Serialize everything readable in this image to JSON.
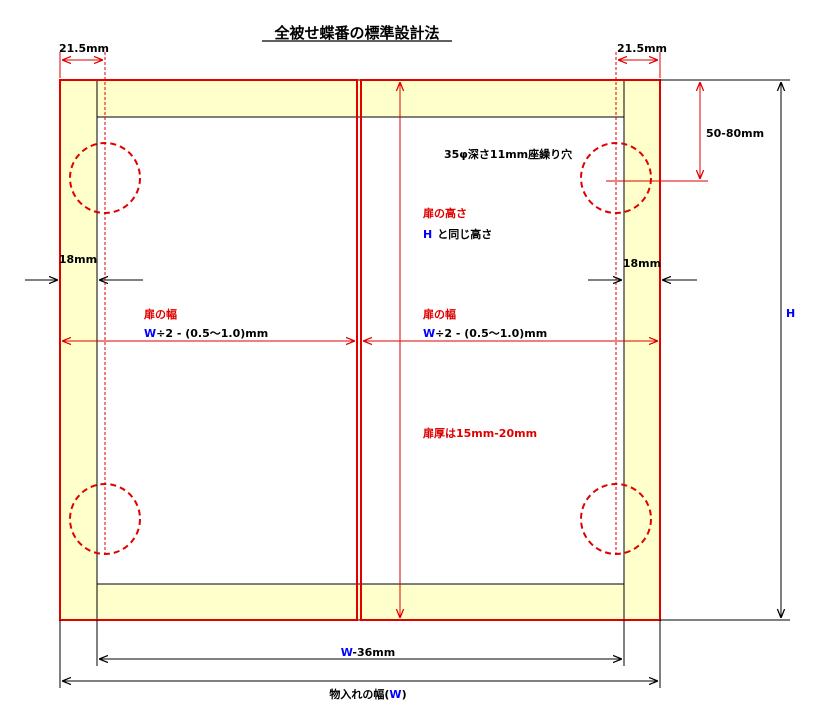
{
  "title": "全被せ蝶番の標準設計法",
  "labels": {
    "left_offset": "21.5mm",
    "right_offset": "21.5mm",
    "top_range": "50-80mm",
    "cup_hole": "35φ深さ11mm座繰り穴",
    "door_height_title": "扉の高さ",
    "door_height_h": "H",
    "door_height_rest": "と同じ高さ",
    "left_panel": "18mm",
    "right_panel": "18mm",
    "height": "H",
    "left_door_width_title": "扉の幅",
    "left_door_width_w": "W",
    "left_door_width_rest": "÷2 - (0.5～1.0)mm",
    "right_door_width_title": "扉の幅",
    "right_door_width_w": "W",
    "right_door_width_rest": "÷2 - (0.5～1.0)mm",
    "thickness": "扉厚は15mm-20mm",
    "inner_width_w": "W",
    "inner_width_rest": "-36mm",
    "outer_width_main": "物入れの幅(",
    "outer_width_w": "W",
    "outer_width_close": ")"
  },
  "colors": {
    "panel_fill": "#ffffcc",
    "red": "#e00000",
    "blue": "#0000ff",
    "black": "#000000"
  }
}
